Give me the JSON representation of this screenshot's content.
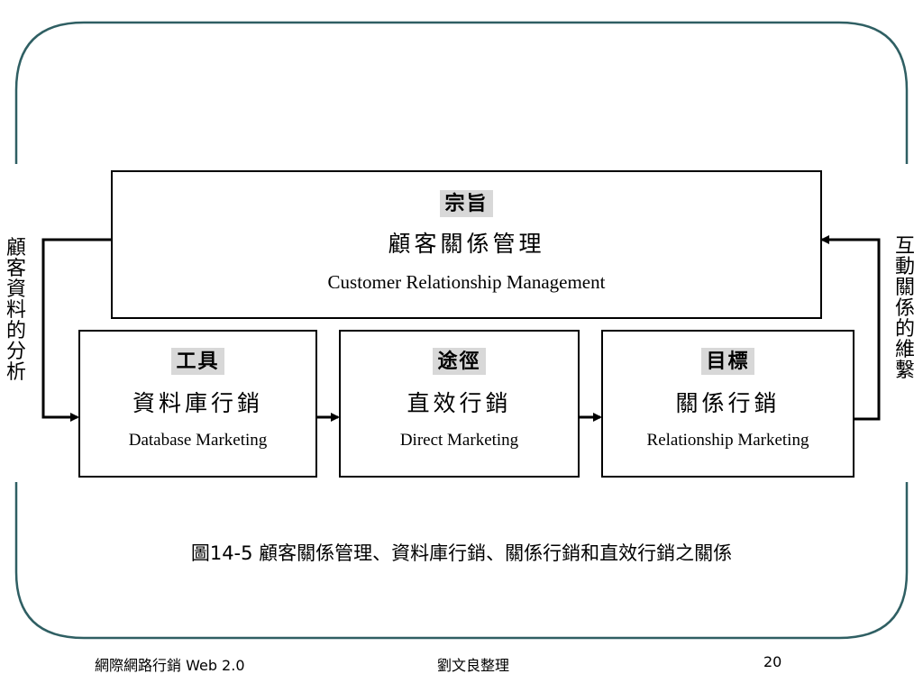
{
  "purpose": {
    "badge": "宗旨",
    "title": "顧客關係管理",
    "subtitle": "Customer Relationship Management"
  },
  "boxes": [
    {
      "badge": "工具",
      "title": "資料庫行銷",
      "subtitle": "Database Marketing"
    },
    {
      "badge": "途徑",
      "title": "直效行銷",
      "subtitle": "Direct Marketing"
    },
    {
      "badge": "目標",
      "title": "關係行銷",
      "subtitle": "Relationship Marketing"
    }
  ],
  "left_side_label": "顧客資料的分析",
  "right_side_label": "互動關係的維繫",
  "caption": "圖14-5 顧客關係管理、資料庫行銷、關係行銷和直效行銷之關係",
  "footer": {
    "left": "網際網路行銷 Web 2.0",
    "center": "劉文良整理",
    "right": "20"
  }
}
